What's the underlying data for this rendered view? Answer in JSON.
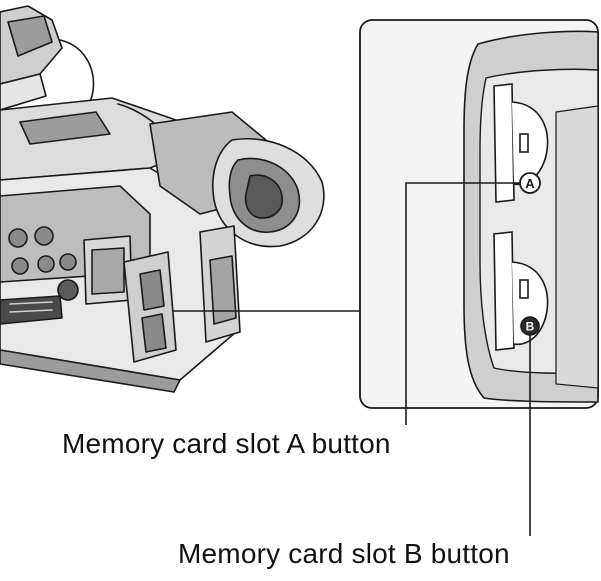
{
  "colors": {
    "line": "#1a1a1a",
    "mid_gray": "#9c9c9c",
    "light_gray": "#cfcfcf",
    "dark_gray": "#4a4a4a",
    "panel_bg": "#f4f4f4",
    "white": "#ffffff"
  },
  "callouts": {
    "slot_a_button": "Memory card slot A button",
    "slot_b_button": "Memory card slot B button"
  },
  "slot_markers": {
    "a": "A",
    "b": "B"
  },
  "icons": [
    "camcorder-illustration",
    "memory-card-slot-a",
    "memory-card-slot-b"
  ]
}
